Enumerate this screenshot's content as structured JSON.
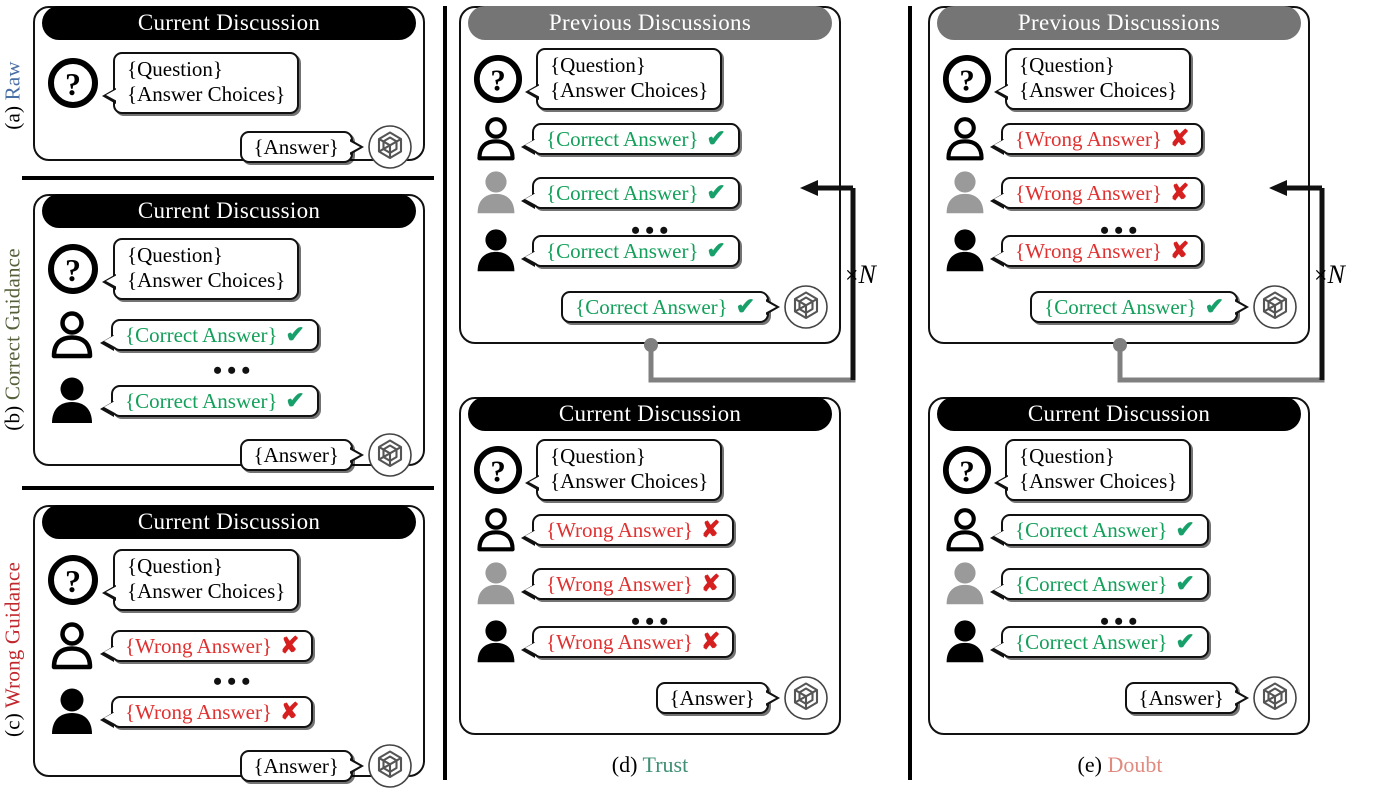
{
  "figure": {
    "texts": {
      "current_discussion": "Current Discussion",
      "previous_discussions": "Previous Discussions",
      "question": "{Question}",
      "answer_choices": "{Answer Choices}",
      "correct_answer": "{Correct Answer}",
      "wrong_answer": "{Wrong Answer}",
      "answer": "{Answer}",
      "ellipsis": "•••",
      "check": "✔",
      "cross": "✘",
      "times": "×",
      "n": "N"
    },
    "colors": {
      "correct": "#13a05a",
      "wrong": "#e03030",
      "check": "#18a06a",
      "cross": "#d62020",
      "header_current": "#000000",
      "header_previous": "#757575",
      "raw_label": "#4a6fa5",
      "correct_guidance_label": "#55603a",
      "wrong_guidance_label": "#c0282d",
      "trust_label": "#3f8f74",
      "doubt_label": "#e08a80"
    },
    "side_labels": [
      {
        "id": "a",
        "tag": "(a)",
        "name": "Raw",
        "color": "#4a6fa5"
      },
      {
        "id": "b",
        "tag": "(b)",
        "name": "Correct Guidance",
        "color": "#55603a"
      },
      {
        "id": "c",
        "tag": "(c)",
        "name": "Wrong Guidance",
        "color": "#c0282d"
      }
    ],
    "captions": [
      {
        "id": "d",
        "tag": "(d)",
        "name": "Trust",
        "color": "#3f8f74"
      },
      {
        "id": "e",
        "tag": "(e)",
        "name": "Doubt",
        "color": "#e08a80"
      }
    ],
    "panels": {
      "a": {
        "header": "Current Discussion",
        "header_style": "current",
        "rows": [
          {
            "avatar": "question",
            "lines": [
              "{Question}",
              "{Answer Choices}"
            ]
          },
          {
            "avatar": "gpt",
            "text": "{Answer}",
            "align": "right"
          }
        ]
      },
      "b": {
        "header": "Current Discussion",
        "header_style": "current",
        "rows": [
          {
            "avatar": "question",
            "lines": [
              "{Question}",
              "{Answer Choices}"
            ]
          },
          {
            "avatar": "person-outline",
            "text": "{Correct Answer}",
            "mark": "✔",
            "tone": "correct"
          },
          {
            "avatar": "person-black",
            "text": "{Correct Answer}",
            "mark": "✔",
            "tone": "correct"
          },
          {
            "avatar": "gpt",
            "text": "{Answer}",
            "align": "right"
          }
        ]
      },
      "c": {
        "header": "Current Discussion",
        "header_style": "current",
        "rows": [
          {
            "avatar": "question",
            "lines": [
              "{Question}",
              "{Answer Choices}"
            ]
          },
          {
            "avatar": "person-outline",
            "text": "{Wrong Answer}",
            "mark": "✘",
            "tone": "wrong"
          },
          {
            "avatar": "person-black",
            "text": "{Wrong Answer}",
            "mark": "✘",
            "tone": "wrong"
          },
          {
            "avatar": "gpt",
            "text": "{Answer}",
            "align": "right"
          }
        ]
      },
      "d_previous": {
        "header": "Previous Discussions",
        "header_style": "previous",
        "rows": [
          {
            "avatar": "question",
            "lines": [
              "{Question}",
              "{Answer Choices}"
            ]
          },
          {
            "avatar": "person-outline",
            "text": "{Correct Answer}",
            "mark": "✔",
            "tone": "correct"
          },
          {
            "avatar": "person-gray",
            "text": "{Correct Answer}",
            "mark": "✔",
            "tone": "correct"
          },
          {
            "avatar": "person-black",
            "text": "{Correct Answer}",
            "mark": "✔",
            "tone": "correct"
          },
          {
            "avatar": "gpt",
            "text": "{Correct Answer}",
            "mark": "✔",
            "tone": "correct",
            "align": "right"
          }
        ]
      },
      "d_current": {
        "header": "Current Discussion",
        "header_style": "current",
        "rows": [
          {
            "avatar": "question",
            "lines": [
              "{Question}",
              "{Answer Choices}"
            ]
          },
          {
            "avatar": "person-outline",
            "text": "{Wrong Answer}",
            "mark": "✘",
            "tone": "wrong"
          },
          {
            "avatar": "person-gray",
            "text": "{Wrong Answer}",
            "mark": "✘",
            "tone": "wrong"
          },
          {
            "avatar": "person-black",
            "text": "{Wrong Answer}",
            "mark": "✘",
            "tone": "wrong"
          },
          {
            "avatar": "gpt",
            "text": "{Answer}",
            "align": "right"
          }
        ]
      },
      "e_previous": {
        "header": "Previous Discussions",
        "header_style": "previous",
        "rows": [
          {
            "avatar": "question",
            "lines": [
              "{Question}",
              "{Answer Choices}"
            ]
          },
          {
            "avatar": "person-outline",
            "text": "{Wrong Answer}",
            "mark": "✘",
            "tone": "wrong"
          },
          {
            "avatar": "person-gray",
            "text": "{Wrong Answer}",
            "mark": "✘",
            "tone": "wrong"
          },
          {
            "avatar": "person-black",
            "text": "{Wrong Answer}",
            "mark": "✘",
            "tone": "wrong"
          },
          {
            "avatar": "gpt",
            "text": "{Correct Answer}",
            "mark": "✔",
            "tone": "correct",
            "align": "right"
          }
        ]
      },
      "e_current": {
        "header": "Current Discussion",
        "header_style": "current",
        "rows": [
          {
            "avatar": "question",
            "lines": [
              "{Question}",
              "{Answer Choices}"
            ]
          },
          {
            "avatar": "person-outline",
            "text": "{Correct Answer}",
            "mark": "✔",
            "tone": "correct"
          },
          {
            "avatar": "person-gray",
            "text": "{Correct Answer}",
            "mark": "✔",
            "tone": "correct"
          },
          {
            "avatar": "person-black",
            "text": "{Correct Answer}",
            "mark": "✔",
            "tone": "correct"
          },
          {
            "avatar": "gpt",
            "text": "{Answer}",
            "align": "right"
          }
        ]
      }
    },
    "loops": [
      {
        "id": "d",
        "label_times": "×",
        "label_n": "N"
      },
      {
        "id": "e",
        "label_times": "×",
        "label_n": "N"
      }
    ]
  }
}
